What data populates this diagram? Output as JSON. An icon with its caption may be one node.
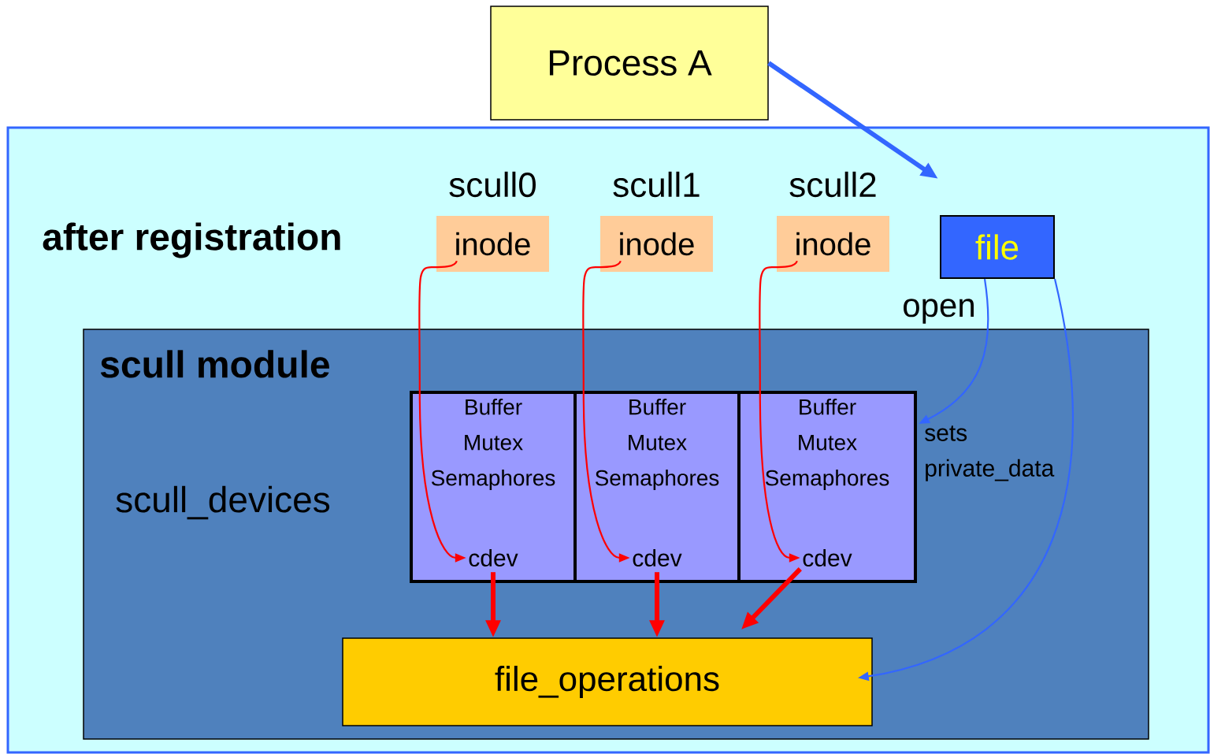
{
  "diagram": {
    "nodes": [
      {
        "text": [
          "Process A"
        ]
      },
      {
        "text": [
          "after registration"
        ]
      },
      {
        "text": [
          "scull module",
          "scull_devices"
        ],
        "in": 1
      },
      {
        "text": [
          "inode"
        ],
        "beside": [
          "scull0"
        ],
        "in": 1
      },
      {
        "text": [
          "inode"
        ],
        "beside": [
          "scull1"
        ],
        "in": 1
      },
      {
        "text": [
          "inode"
        ],
        "beside": [
          "scull2"
        ],
        "in": 1
      },
      {
        "text": [
          "file"
        ],
        "in": 1
      },
      {
        "text": [
          "Buffer Mutex Semaphores"
        ],
        "in": 2
      },
      {
        "text": [
          "Buffer Mutex Semaphores"
        ],
        "in": 2
      },
      {
        "text": [
          "Buffer Mutex Semaphores"
        ],
        "in": 2
      },
      {
        "text": [
          "cdev"
        ],
        "in": 7
      },
      {
        "text": [
          "cdev"
        ],
        "in": 8
      },
      {
        "text": [
          "cdev"
        ],
        "in": 9
      },
      {
        "text": [
          "file_operations"
        ],
        "in": 2
      }
    ],
    "edges": [
      {
        "from": 0,
        "to": 6,
        "arrow": "to",
        "style": "thick",
        "color": "#3366ff"
      },
      {
        "from": 3,
        "to": 10,
        "arrow": "to",
        "color": "#ff0000"
      },
      {
        "from": 4,
        "to": 11,
        "arrow": "to",
        "color": "#ff0000"
      },
      {
        "from": 5,
        "to": 12,
        "arrow": "to",
        "color": "#ff0000"
      },
      {
        "from": 10,
        "to": 13,
        "arrow": "to",
        "style": "thick",
        "color": "#ff0000"
      },
      {
        "from": 11,
        "to": 13,
        "arrow": "to",
        "style": "thick",
        "color": "#ff0000"
      },
      {
        "from": 12,
        "to": 13,
        "arrow": "to",
        "style": "thick",
        "color": "#ff0000"
      },
      {
        "from": 6,
        "to": 9,
        "arrow": "to",
        "label": "open",
        "color": "#3366ff"
      },
      {
        "from": 6,
        "to": 13,
        "arrow": "to",
        "color": "#3366ff"
      }
    ],
    "labels": [
      "sets private_data"
    ]
  }
}
